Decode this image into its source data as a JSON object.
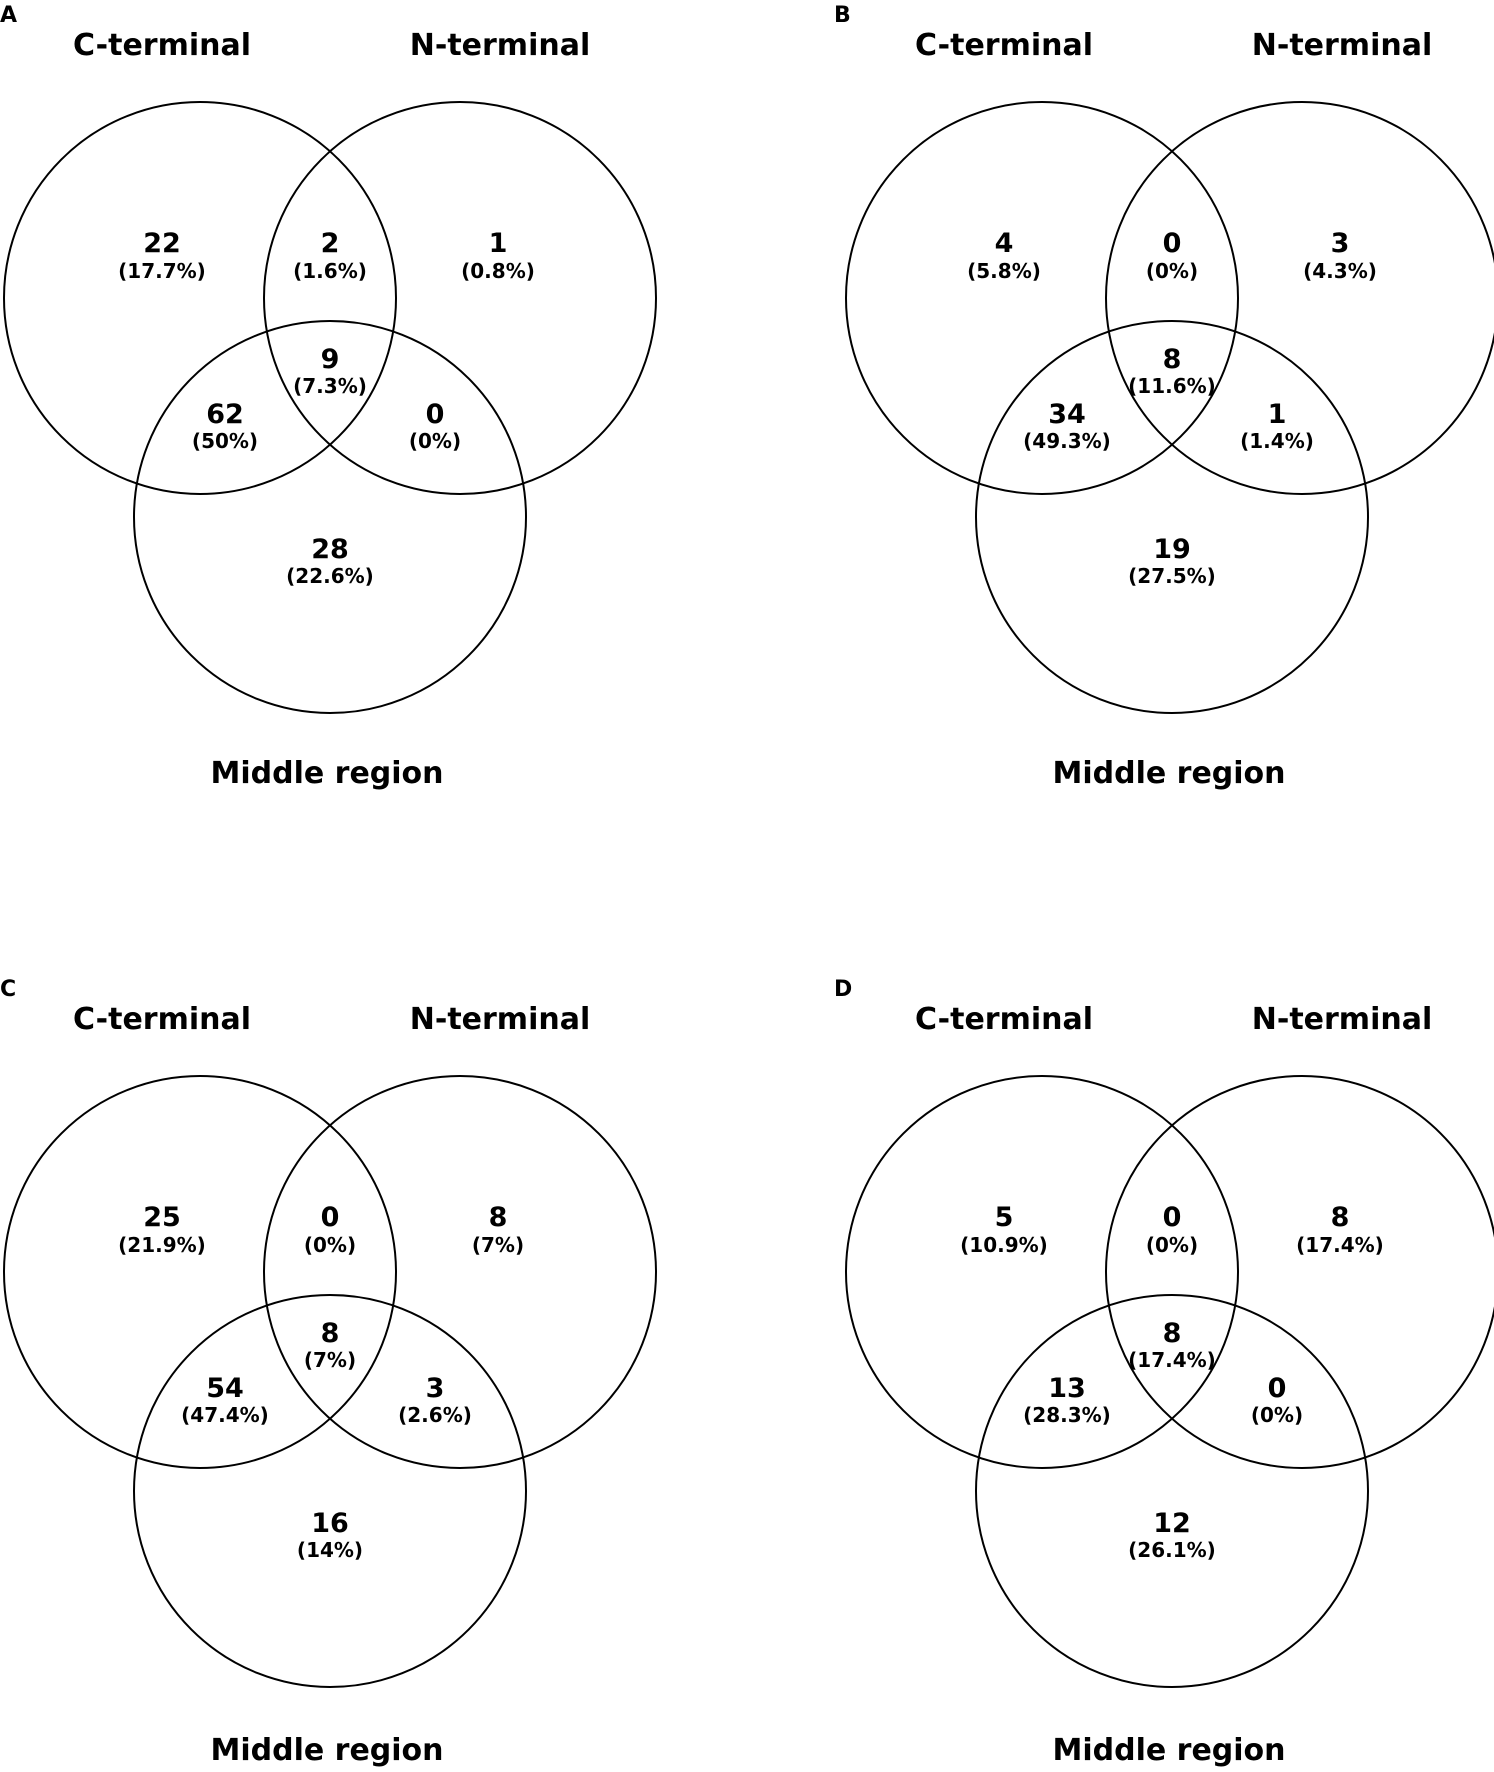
{
  "panels": [
    {
      "letter": "A",
      "labels": {
        "c": "C-terminal",
        "n": "N-terminal",
        "m": "Middle region"
      },
      "regions": {
        "c_only": {
          "count": "22",
          "pct": "(17.7%)"
        },
        "cn": {
          "count": "2",
          "pct": "(1.6%)"
        },
        "n_only": {
          "count": "1",
          "pct": "(0.8%)"
        },
        "cnm": {
          "count": "9",
          "pct": "(7.3%)"
        },
        "cm": {
          "count": "62",
          "pct": "(50%)"
        },
        "nm": {
          "count": "0",
          "pct": "(0%)"
        },
        "m_only": {
          "count": "28",
          "pct": "(22.6%)"
        }
      }
    },
    {
      "letter": "B",
      "labels": {
        "c": "C-terminal",
        "n": "N-terminal",
        "m": "Middle region"
      },
      "regions": {
        "c_only": {
          "count": "4",
          "pct": "(5.8%)"
        },
        "cn": {
          "count": "0",
          "pct": "(0%)"
        },
        "n_only": {
          "count": "3",
          "pct": "(4.3%)"
        },
        "cnm": {
          "count": "8",
          "pct": "(11.6%)"
        },
        "cm": {
          "count": "34",
          "pct": "(49.3%)"
        },
        "nm": {
          "count": "1",
          "pct": "(1.4%)"
        },
        "m_only": {
          "count": "19",
          "pct": "(27.5%)"
        }
      }
    },
    {
      "letter": "C",
      "labels": {
        "c": "C-terminal",
        "n": "N-terminal",
        "m": "Middle region"
      },
      "regions": {
        "c_only": {
          "count": "25",
          "pct": "(21.9%)"
        },
        "cn": {
          "count": "0",
          "pct": "(0%)"
        },
        "n_only": {
          "count": "8",
          "pct": "(7%)"
        },
        "cnm": {
          "count": "8",
          "pct": "(7%)"
        },
        "cm": {
          "count": "54",
          "pct": "(47.4%)"
        },
        "nm": {
          "count": "3",
          "pct": "(2.6%)"
        },
        "m_only": {
          "count": "16",
          "pct": "(14%)"
        }
      }
    },
    {
      "letter": "D",
      "labels": {
        "c": "C-terminal",
        "n": "N-terminal",
        "m": "Middle region"
      },
      "regions": {
        "c_only": {
          "count": "5",
          "pct": "(10.9%)"
        },
        "cn": {
          "count": "0",
          "pct": "(0%)"
        },
        "n_only": {
          "count": "8",
          "pct": "(17.4%)"
        },
        "cnm": {
          "count": "8",
          "pct": "(17.4%)"
        },
        "cm": {
          "count": "13",
          "pct": "(28.3%)"
        },
        "nm": {
          "count": "0",
          "pct": "(0%)"
        },
        "m_only": {
          "count": "12",
          "pct": "(26.1%)"
        }
      }
    }
  ]
}
